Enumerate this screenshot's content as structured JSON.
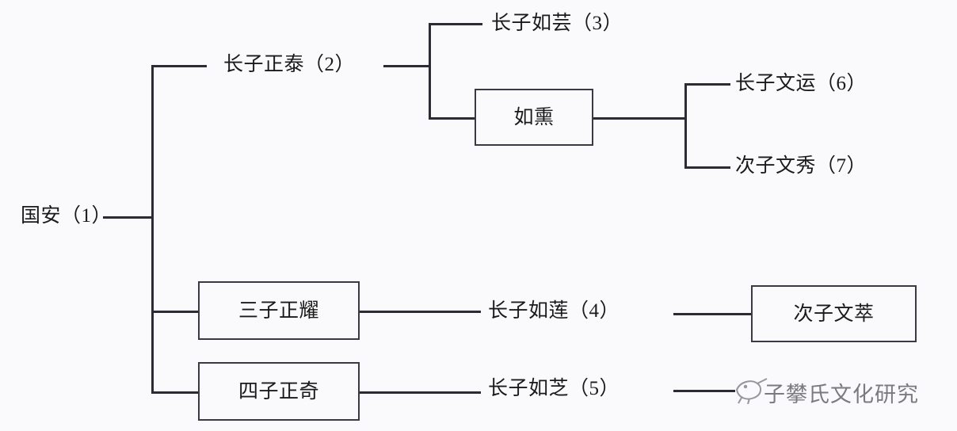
{
  "diagram": {
    "type": "genealogy-tree",
    "title": "",
    "background_color": "#faf9fb",
    "line_color": "#2b2b33",
    "text_color": "#1a1a1a",
    "root": {
      "label": "国安（1）"
    },
    "nodes": [
      {
        "id": "n1",
        "label": "国安（1）",
        "boxed": false,
        "generation": 1,
        "order": 1
      },
      {
        "id": "n2",
        "label": "长子正泰（2）",
        "boxed": false,
        "generation": 2,
        "order": 1
      },
      {
        "id": "n3",
        "label": "三子正耀",
        "boxed": true,
        "generation": 2,
        "order": 2
      },
      {
        "id": "n4",
        "label": "四子正奇",
        "boxed": true,
        "generation": 2,
        "order": 3
      },
      {
        "id": "n5",
        "label": "长子如芸（3）",
        "boxed": false,
        "generation": 3,
        "order": 1
      },
      {
        "id": "n6",
        "label": "如熏",
        "boxed": true,
        "generation": 3,
        "order": 2
      },
      {
        "id": "n7",
        "label": "长子如莲（4）",
        "boxed": false,
        "generation": 3,
        "order": 3
      },
      {
        "id": "n8",
        "label": "长子如芝（5）",
        "boxed": false,
        "generation": 3,
        "order": 4
      },
      {
        "id": "n9",
        "label": "长子文运（6）",
        "boxed": false,
        "generation": 4,
        "order": 1
      },
      {
        "id": "n10",
        "label": "次子文秀（7）",
        "boxed": false,
        "generation": 4,
        "order": 2
      },
      {
        "id": "n11",
        "label": "次子文萃",
        "boxed": true,
        "generation": 4,
        "order": 3
      }
    ],
    "edges": [
      {
        "from": "n1",
        "to": "n2"
      },
      {
        "from": "n1",
        "to": "n3"
      },
      {
        "from": "n1",
        "to": "n4"
      },
      {
        "from": "n2",
        "to": "n5"
      },
      {
        "from": "n2",
        "to": "n6"
      },
      {
        "from": "n3",
        "to": "n7"
      },
      {
        "from": "n4",
        "to": "n8"
      },
      {
        "from": "n6",
        "to": "n9"
      },
      {
        "from": "n6",
        "to": "n10"
      },
      {
        "from": "n7",
        "to": "n11"
      }
    ]
  },
  "watermark": {
    "text": "子攀氏文化研究",
    "logo_name": "bird-logo"
  }
}
